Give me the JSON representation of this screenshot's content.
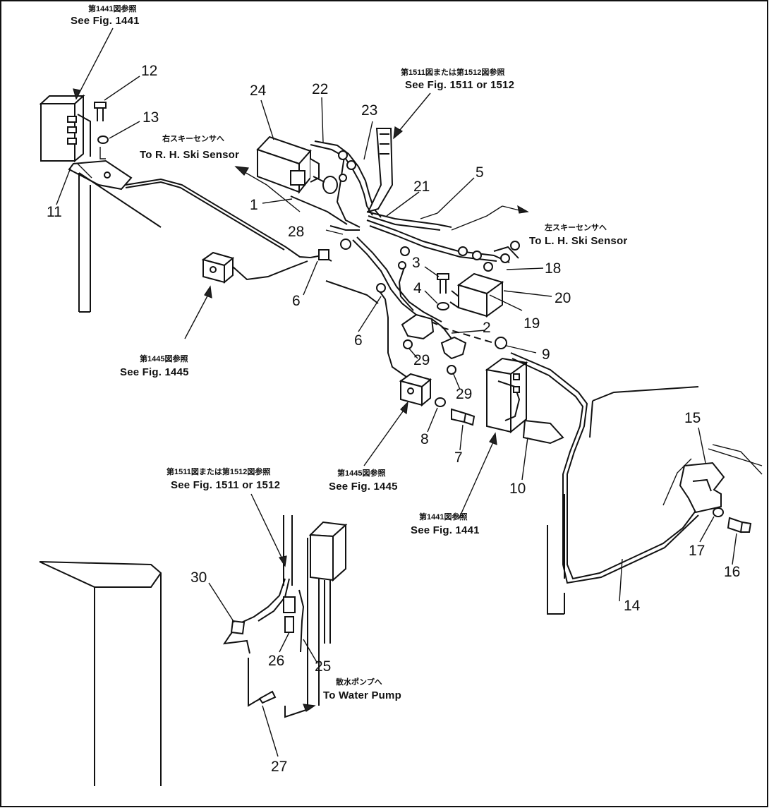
{
  "part_numbers": [
    "1",
    "2",
    "3",
    "4",
    "5",
    "6",
    "6",
    "7",
    "8",
    "9",
    "10",
    "11",
    "12",
    "13",
    "14",
    "15",
    "16",
    "17",
    "18",
    "19",
    "20",
    "21",
    "22",
    "23",
    "24",
    "25",
    "26",
    "27",
    "28",
    "29",
    "29",
    "30"
  ],
  "references": {
    "fig1441_top": {
      "jp": "第1441図参照",
      "en": "See Fig. 1441"
    },
    "fig1511_top": {
      "jp": "第1511図または第1512図参照",
      "en": "See Fig. 1511 or 1512"
    },
    "fig1445_left": {
      "jp": "第1445図参照",
      "en": "See Fig. 1445"
    },
    "fig1445_mid": {
      "jp": "第1445図参照",
      "en": "See Fig. 1445"
    },
    "fig1511_bottom": {
      "jp": "第1511図または第1512図参照",
      "en": "See Fig. 1511 or 1512"
    },
    "fig1441_bottom": {
      "jp": "第1441図参照",
      "en": "See Fig. 1441"
    }
  },
  "destinations": {
    "rh_ski_sensor": {
      "jp": "右スキーセンサへ",
      "en": "To R. H. Ski Sensor"
    },
    "lh_ski_sensor": {
      "jp": "左スキーセンサへ",
      "en": "To L. H. Ski Sensor"
    },
    "water_pump": {
      "jp": "散水ポンプへ",
      "en": "To Water Pump"
    }
  }
}
